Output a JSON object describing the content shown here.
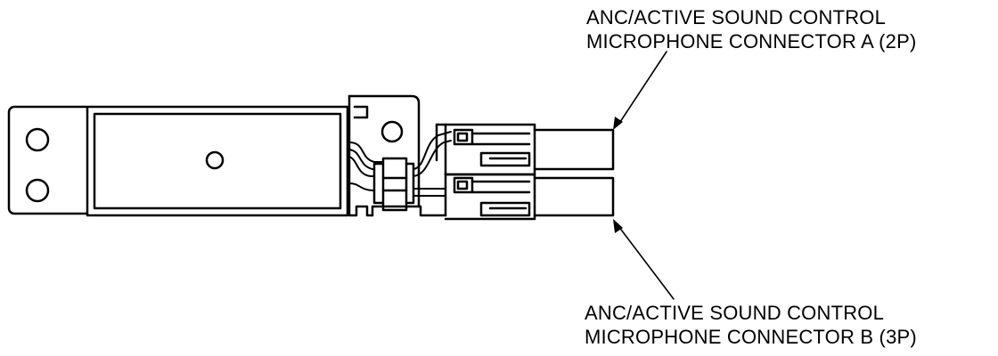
{
  "diagram": {
    "stroke_color": "#000000",
    "background_color": "#ffffff",
    "callouts": {
      "connector_a": {
        "line1": "ANC/ACTIVE SOUND CONTROL",
        "line2": "MICROPHONE CONNECTOR A (2P)"
      },
      "connector_b": {
        "line1": "ANC/ACTIVE SOUND CONTROL",
        "line2": "MICROPHONE CONNECTOR B (3P)"
      }
    }
  }
}
